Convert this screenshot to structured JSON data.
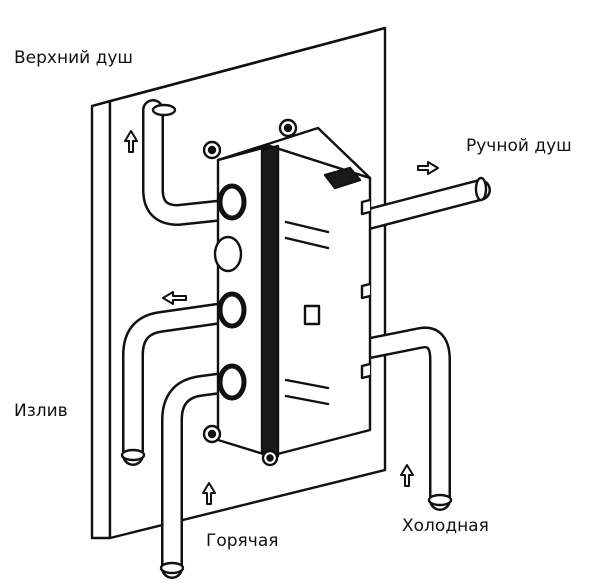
{
  "labels": {
    "top_shower": "Верхний душ",
    "hand_shower": "Ручной душ",
    "spout": "Излив",
    "hot": "Горячая",
    "cold": "Холодная"
  },
  "colors": {
    "stroke": "#111111",
    "fill": "#ffffff",
    "dark": "#1a1a1a"
  }
}
